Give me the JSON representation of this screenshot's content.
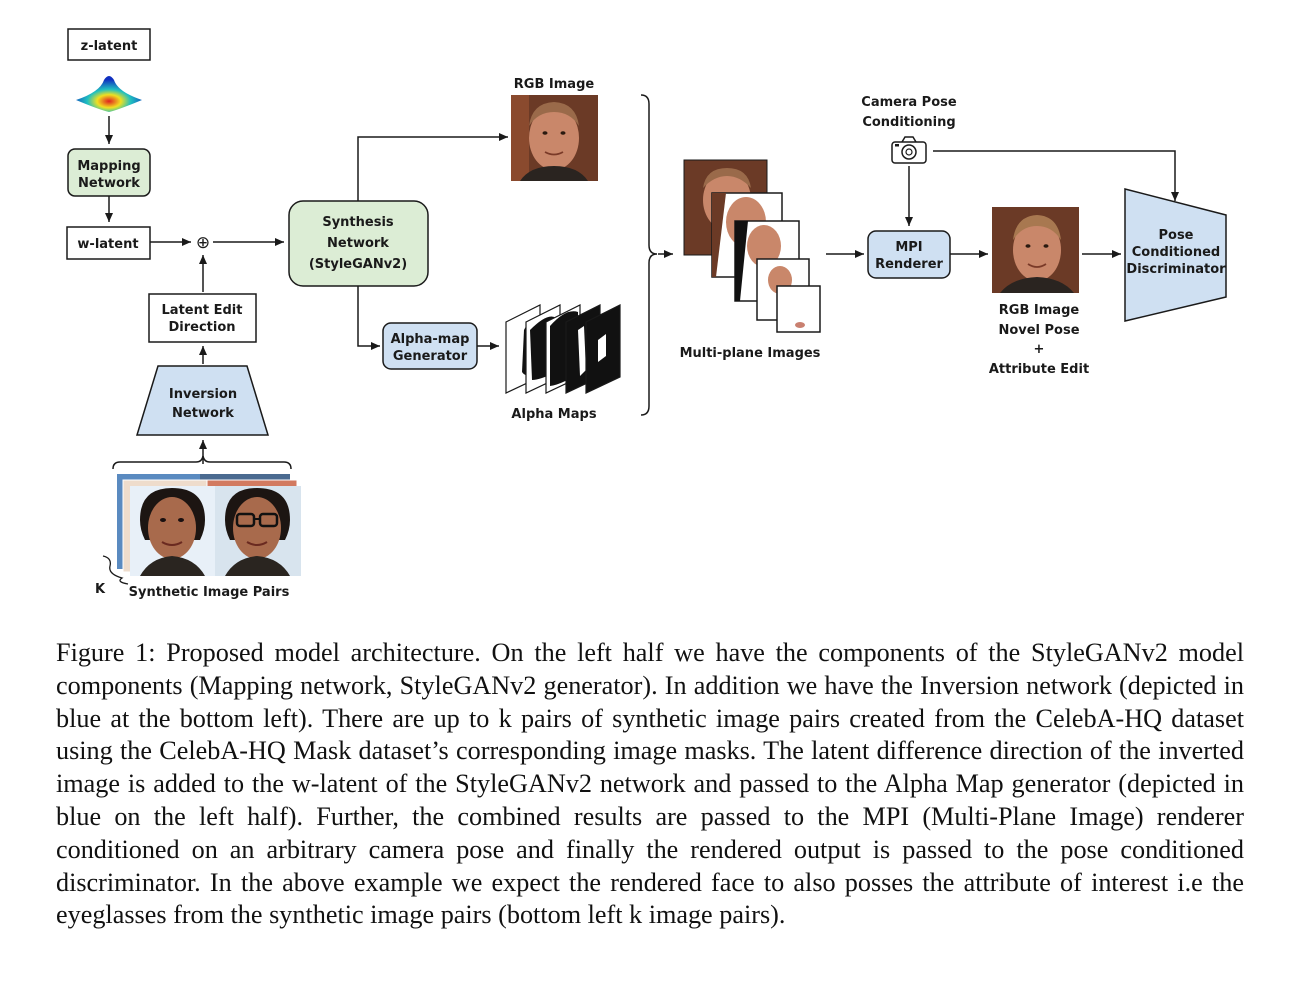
{
  "nodes": {
    "z_latent": "z-latent",
    "mapping_network": [
      "Mapping",
      "Network"
    ],
    "w_latent": "w-latent",
    "plus": "⊕",
    "latent_edit_direction": [
      "Latent Edit",
      "Direction"
    ],
    "inversion_network": [
      "Inversion",
      "Network"
    ],
    "synthesis_network": [
      "Synthesis",
      "Network",
      "(StyleGANv2)"
    ],
    "alpha_map_generator": [
      "Alpha-map",
      "Generator"
    ],
    "rgb_image": "RGB Image",
    "alpha_maps": "Alpha Maps",
    "multi_plane_images": "Multi-plane Images",
    "camera_pose_conditioning": [
      "Camera Pose",
      "Conditioning"
    ],
    "mpi_renderer": [
      "MPI",
      "Renderer"
    ],
    "rgb_output": [
      "RGB Image",
      "Novel Pose",
      "+",
      "Attribute Edit"
    ],
    "discriminator": [
      "Pose",
      "Conditioned",
      "Discriminator"
    ],
    "k_label": "K",
    "synthetic_pairs": "Synthetic Image Pairs"
  },
  "colors": {
    "green_fill": "#dcedd5",
    "blue_fill": "#cfe0f2",
    "stroke": "#1a1a1a",
    "face_skin": "#c9876a",
    "face_bg": "#6b3a26"
  },
  "caption": "Figure 1: Proposed model architecture. On the left half we have the components of the StyleGANv2 model components (Mapping network, StyleGANv2 generator). In addition we have the Inversion network (depicted in blue at the bottom left). There are up to k pairs of synthetic image pairs created from the CelebA-HQ dataset using the CelebA-HQ Mask dataset’s corresponding image masks. The latent difference direction of the inverted image is added to the w-latent of the StyleGANv2 network and passed to the Alpha Map generator (depicted in blue on the left half). Further, the combined results are passed to the MPI (Multi-Plane Image) renderer conditioned on an arbitrary camera pose and finally the rendered output is passed to the pose conditioned discriminator. In the above example we expect the rendered face to also posses the attribute of interest i.e the eyeglasses from the synthetic image pairs (bottom left k image pairs)."
}
